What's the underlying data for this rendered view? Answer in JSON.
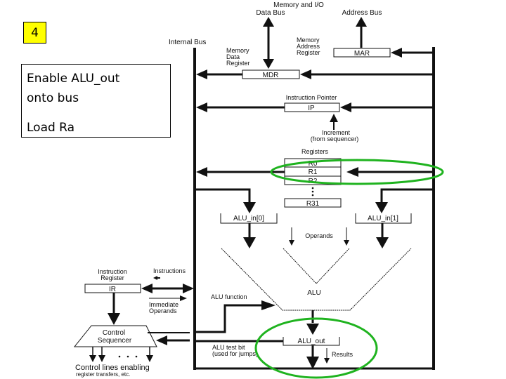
{
  "slide": {
    "step_number": "4",
    "note_lines": [
      "Enable ALU_out",
      "onto bus",
      "Load Ra"
    ]
  },
  "diagram": {
    "labels": {
      "memory_io": "Memory and I/O",
      "data_bus": "Data Bus",
      "address_bus": "Address Bus",
      "internal_bus": "Internal Bus",
      "mdr_caption": [
        "Memory",
        "Data",
        "Register"
      ],
      "mar_caption": [
        "Memory",
        "Address",
        "Register"
      ],
      "ip_caption": "Instruction  Pointer",
      "increment": [
        "Increment",
        "(from sequencer)"
      ],
      "registers_caption": "Registers",
      "operands": "Operands",
      "alu": "ALU",
      "alu_function": "ALU function",
      "ir_caption": [
        "Instruction",
        "Register"
      ],
      "instructions": "Instructions",
      "immediate_operands": [
        "Immediate",
        "Operands"
      ],
      "control_sequencer": [
        "Control",
        "Sequencer"
      ],
      "alu_test_bit": [
        "ALU test bit",
        "(used for jumps)"
      ],
      "results": "Results",
      "control_lines": "Control lines enabling",
      "control_lines_sub": "register transfers, etc."
    },
    "boxes": {
      "mdr": "MDR",
      "mar": "MAR",
      "ip": "IP",
      "r0": "R0",
      "r1": "R1",
      "r2": "R2",
      "r31": "R31",
      "alu_in0": "ALU_in[0]",
      "alu_in1": "ALU_in[1]",
      "ir": "IR",
      "alu_out": "ALU_out"
    },
    "highlight_color": "#1fb31f",
    "highlights": [
      "register-r1-load",
      "alu-out-to-bus"
    ]
  }
}
